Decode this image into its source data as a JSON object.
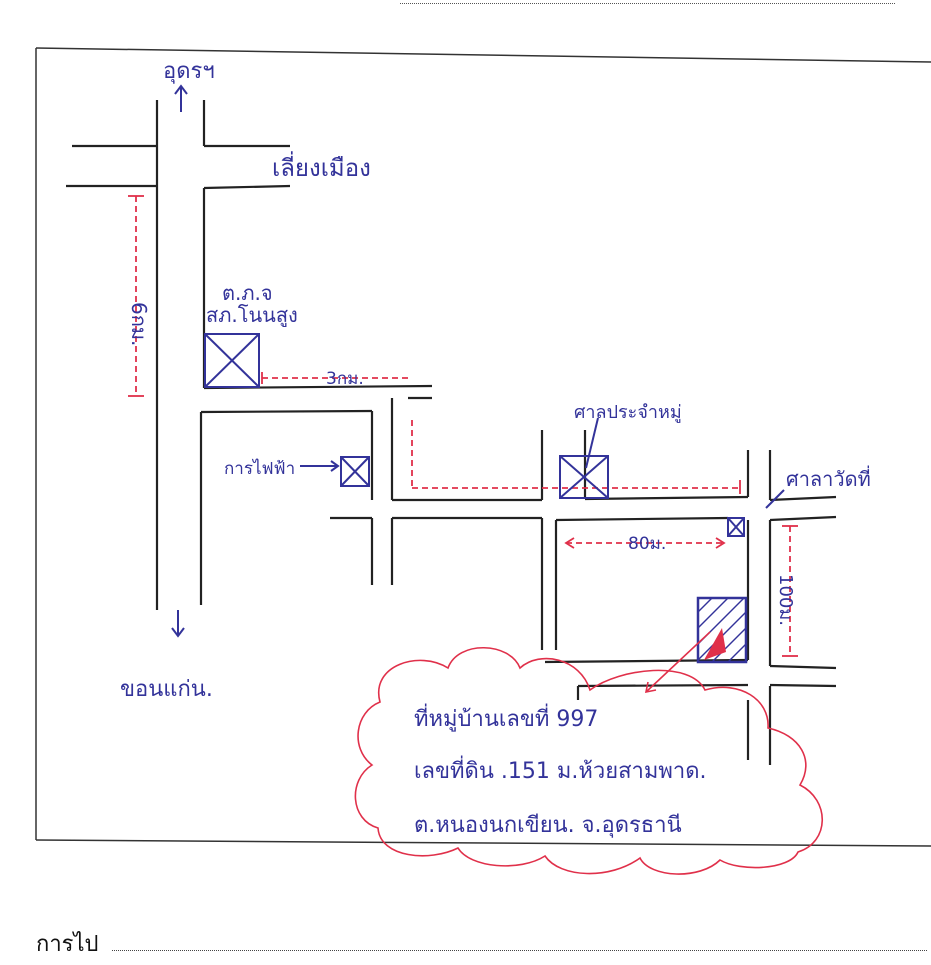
{
  "map": {
    "labels": {
      "north_destination": "อุดรฯ",
      "south_destination": "ขอนแก่น.",
      "bypass_road": "เลี่ยงเมือง",
      "police_station_line1": "ต.ภ.จ",
      "police_station_line2": "สภ.โนนสูง",
      "electricity_office": "การไฟฟ้า",
      "shrine": "ศาลประจำหมู่",
      "temple_pavilion": "ศาลาวัดที่"
    },
    "distances": {
      "north_south": "6กม.",
      "east_west_first": "3กม.",
      "east_west_second": "80ม.",
      "block_height": "100ม."
    },
    "destination_note": {
      "line1": "ที่หมู่บ้านเลขที่ 997",
      "line2": "เลขที่ดิน .151 ม.ห้วยสามพาด.",
      "line3": "ต.หนองนกเขียน. จ.อุดรธานี"
    },
    "colors": {
      "ink": "#222222",
      "blue_pen": "#33339a",
      "red_pen": "#e0304a"
    }
  },
  "footer": {
    "label": "การไป"
  }
}
